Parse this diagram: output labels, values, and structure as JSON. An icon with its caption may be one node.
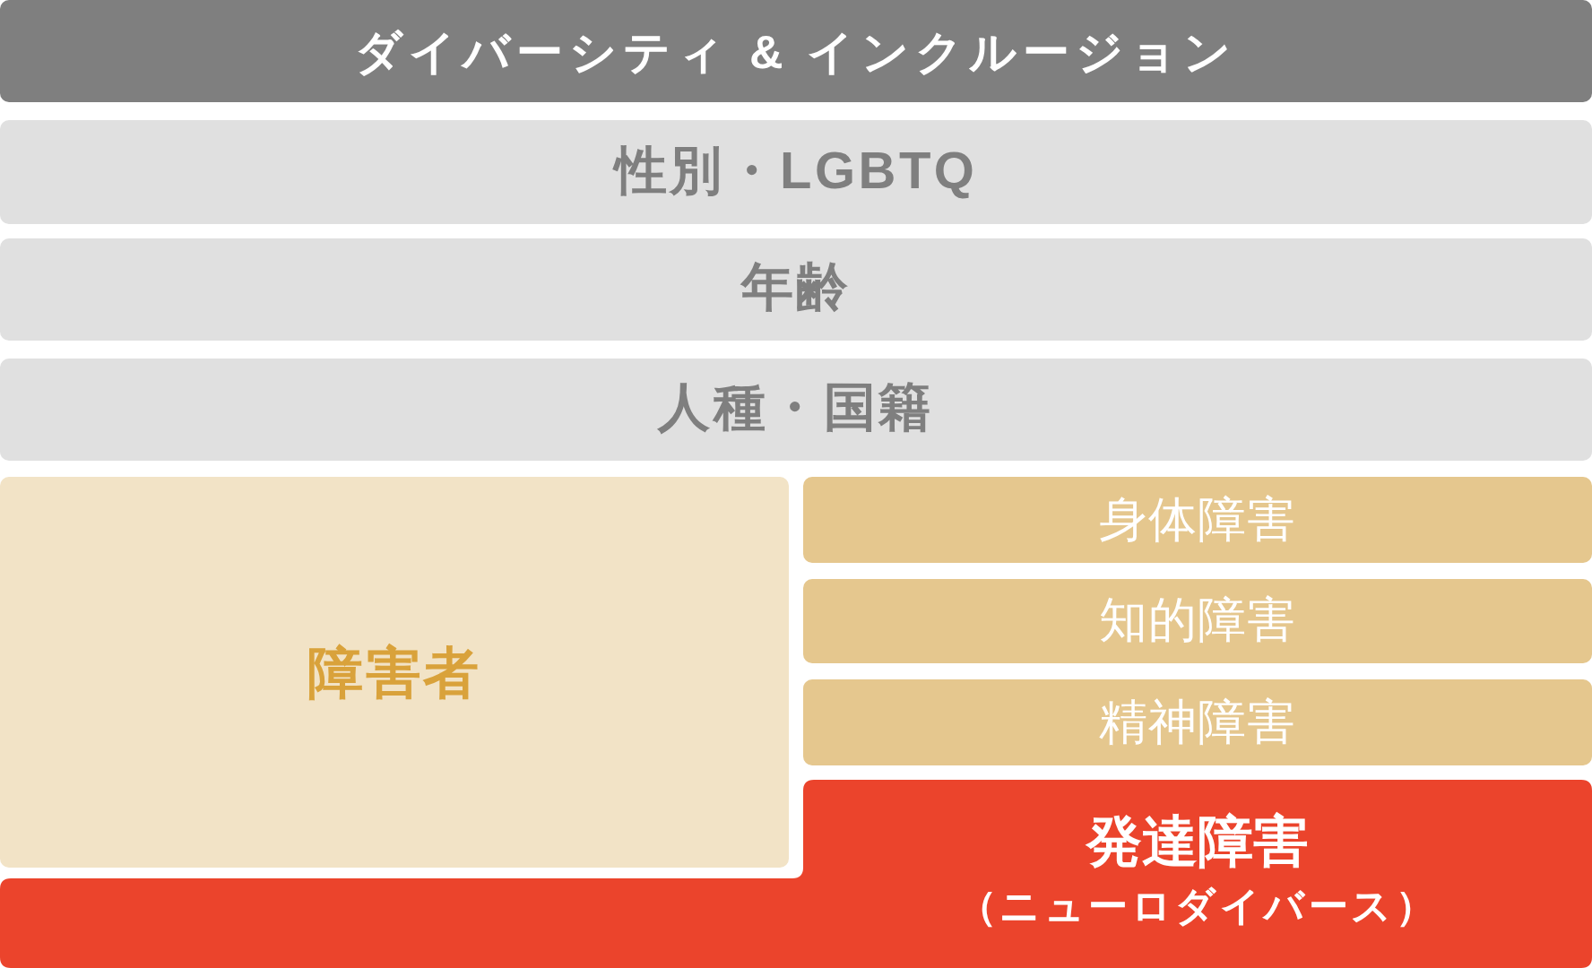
{
  "diagram": {
    "nodes": [
      {
        "text": [
          "ダイバーシティ & インクルージョン"
        ]
      },
      {
        "text": [
          "性別・LGBTQ"
        ]
      },
      {
        "text": [
          "年齢"
        ]
      },
      {
        "text": [
          "人種・国籍"
        ]
      },
      {
        "text": [
          "障害者"
        ]
      },
      {
        "text": [
          "身体障害"
        ]
      },
      {
        "text": [
          "知的障害"
        ]
      },
      {
        "text": [
          "精神障害"
        ]
      },
      {
        "text": [
          "発達障害",
          "（ニューロダイバース）"
        ]
      }
    ]
  }
}
